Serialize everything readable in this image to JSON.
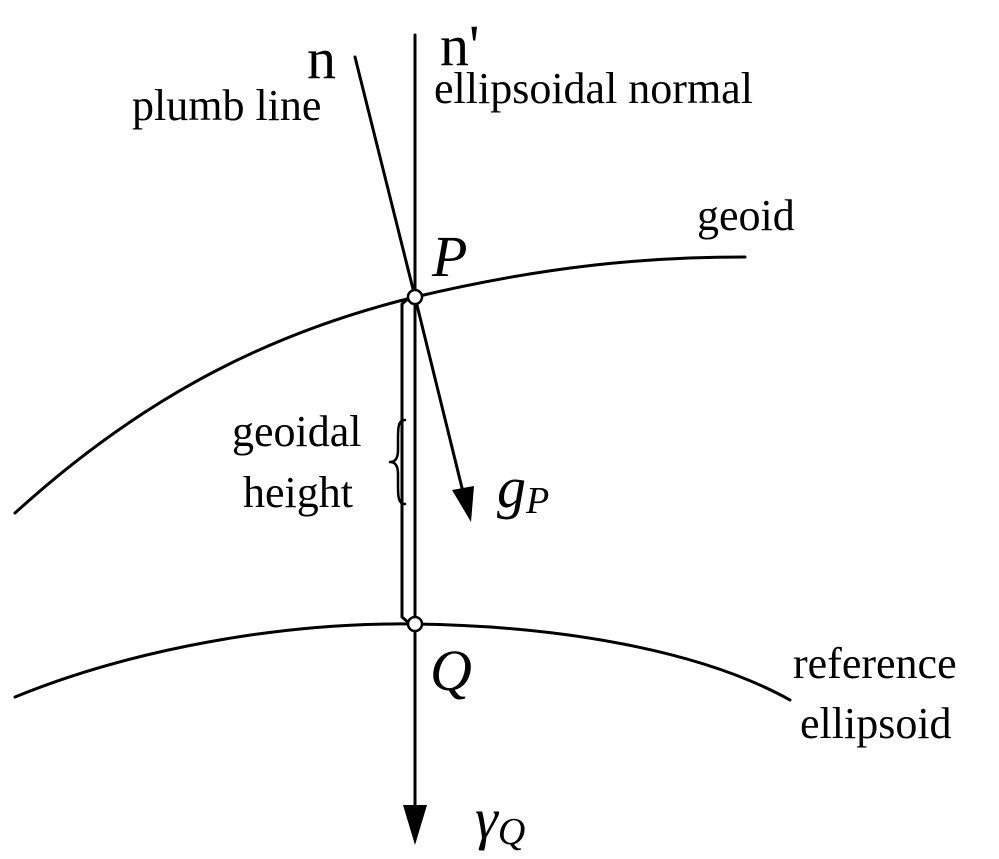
{
  "labels": {
    "n": "n",
    "n_prime": "n'",
    "plumb_line": "plumb line",
    "ellipsoidal_normal": "ellipsoidal normal",
    "geoid": "geoid",
    "point_p": "P",
    "geoidal_height_line1": "geoidal",
    "geoidal_height_line2": "height",
    "gravity_g": "g",
    "gravity_g_subscript": "P",
    "point_q": "Q",
    "reference_ellipsoid_line1": "reference",
    "reference_ellipsoid_line2": "ellipsoid",
    "gamma": "γ",
    "gamma_subscript": "Q"
  }
}
